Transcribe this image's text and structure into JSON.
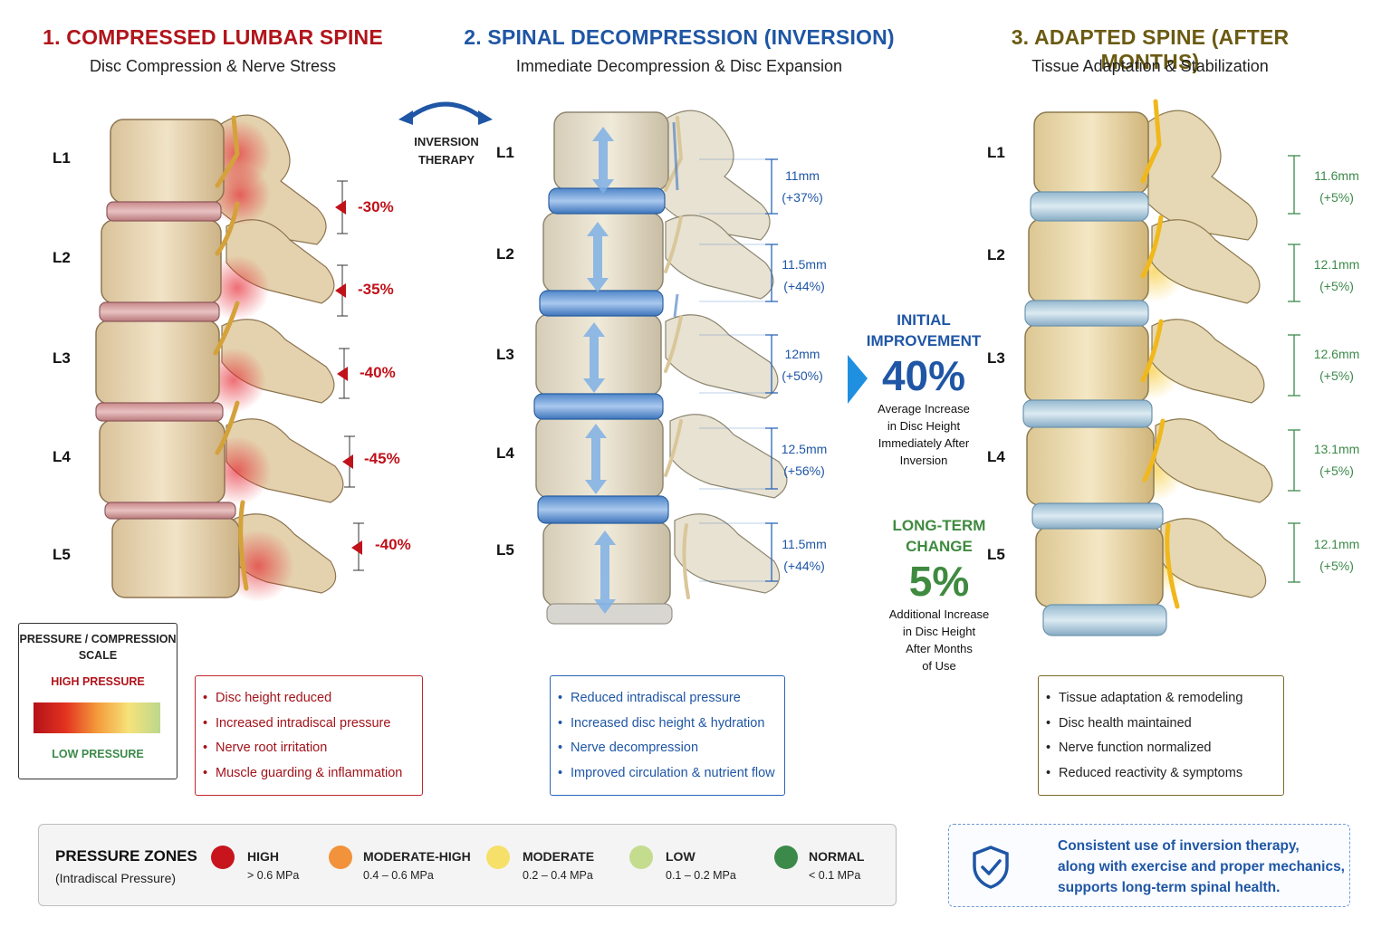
{
  "panels": [
    {
      "title": "1. COMPRESSED LUMBAR SPINE",
      "subtitle": "Disc Compression & Nerve Stress",
      "color": "#b1141b"
    },
    {
      "title": "2. SPINAL DECOMPRESSION (INVERSION)",
      "subtitle": "Immediate Decompression & Disc Expansion",
      "color": "#1f56a5"
    },
    {
      "title": "3. ADAPTED SPINE (AFTER MONTHS)",
      "subtitle": "Tissue Adaptation & Stabilization",
      "color": "#6b5a12"
    }
  ],
  "levels": [
    "L1",
    "L2",
    "L3",
    "L4",
    "L5"
  ],
  "compression": [
    "-30%",
    "-35%",
    "-40%",
    "-45%",
    "-40%"
  ],
  "inversion_label": [
    "INVERSION",
    "THERAPY"
  ],
  "decompressed": [
    {
      "mm": "11mm",
      "pct": "(+37%)"
    },
    {
      "mm": "11.5mm",
      "pct": "(+44%)"
    },
    {
      "mm": "12mm",
      "pct": "(+50%)"
    },
    {
      "mm": "12.5mm",
      "pct": "(+56%)"
    },
    {
      "mm": "11.5mm",
      "pct": "(+44%)"
    }
  ],
  "adapted": [
    {
      "mm": "11.6mm",
      "pct": "(+5%)"
    },
    {
      "mm": "12.1mm",
      "pct": "(+5%)"
    },
    {
      "mm": "12.6mm",
      "pct": "(+5%)"
    },
    {
      "mm": "13.1mm",
      "pct": "(+5%)"
    },
    {
      "mm": "12.1mm",
      "pct": "(+5%)"
    }
  ],
  "initial": {
    "head1": "INITIAL",
    "head2": "IMPROVEMENT",
    "value": "40%",
    "desc": [
      "Average Increase",
      "in Disc Height",
      "Immediately After",
      "Inversion"
    ],
    "color": "#1f56a5"
  },
  "longterm": {
    "head1": "LONG-TERM",
    "head2": "CHANGE",
    "value": "5%",
    "desc": [
      "Additional Increase",
      "in Disc Height",
      "After Months",
      "of Use"
    ],
    "color": "#3f8a3f"
  },
  "scale": {
    "title1": "PRESSURE / COMPRESSION",
    "title2": "SCALE",
    "high": "HIGH PRESSURE",
    "low": "LOW PRESSURE"
  },
  "bullets_compressed": [
    "Disc height reduced",
    "Increased intradiscal pressure",
    "Nerve root irritation",
    "Muscle guarding & inflammation"
  ],
  "bullets_decompressed": [
    "Reduced intradiscal pressure",
    "Increased disc height & hydration",
    "Nerve decompression",
    "Improved circulation & nutrient flow"
  ],
  "bullets_adapted": [
    "Tissue adaptation & remodeling",
    "Disc health maintained",
    "Nerve function normalized",
    "Reduced reactivity & symptoms"
  ],
  "zones": {
    "title": "PRESSURE ZONES",
    "subtitle": "(Intradiscal Pressure)",
    "items": [
      {
        "name": "HIGH",
        "value": "> 0.6 MPa",
        "color": "#c8141c"
      },
      {
        "name": "MODERATE-HIGH",
        "value": "0.4 – 0.6 MPa",
        "color": "#f2923a"
      },
      {
        "name": "MODERATE",
        "value": "0.2 – 0.4 MPa",
        "color": "#f6e06a"
      },
      {
        "name": "LOW",
        "value": "0.1 – 0.2 MPa",
        "color": "#c4dc8e"
      },
      {
        "name": "NORMAL",
        "value": "< 0.1 MPa",
        "color": "#3c8a4a"
      }
    ]
  },
  "note": {
    "lines": [
      "Consistent use of inversion therapy,",
      "along with exercise and proper mechanics,",
      "supports long-term spinal health."
    ],
    "color": "#1f56a5"
  }
}
